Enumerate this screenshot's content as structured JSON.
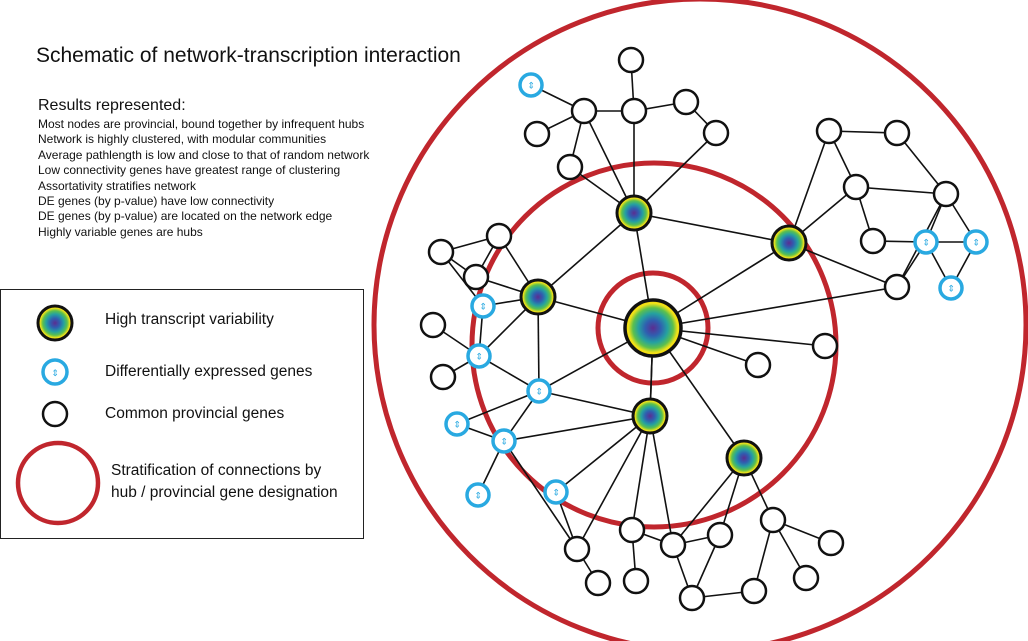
{
  "title": "Schematic of network-transcription interaction",
  "results": {
    "heading": "Results represented:",
    "items": [
      "Most nodes are provincial, bound together by infrequent hubs",
      "Network is highly clustered, with modular communities",
      "Average pathlength is low and close to that of random network",
      "Low connectivity genes have greatest range of clustering",
      "Assortativity stratifies network",
      "DE genes (by p-value) have low connectivity",
      "DE genes (by p-value) are located on the network edge",
      "Highly variable genes are hubs"
    ]
  },
  "legend": {
    "items": [
      {
        "icon": "variability-gradient-node-icon",
        "label": "High transcript variability"
      },
      {
        "icon": "de-gene-node-icon",
        "label": "Differentially expressed genes"
      },
      {
        "icon": "provincial-gene-node-icon",
        "label": "Common provincial genes"
      },
      {
        "icon": "stratification-ring-icon",
        "label_line1": "Stratification of connections by",
        "label_line2": "hub / provincial gene designation"
      }
    ]
  },
  "colors": {
    "ring": "#c0262d",
    "de_gene": "#29a9e1",
    "edge": "#111111",
    "gradient_stops": [
      "#5b2d91",
      "#2f5fb0",
      "#25a1a0",
      "#5cc04d",
      "#f2e318",
      "#f7d10c"
    ]
  }
}
